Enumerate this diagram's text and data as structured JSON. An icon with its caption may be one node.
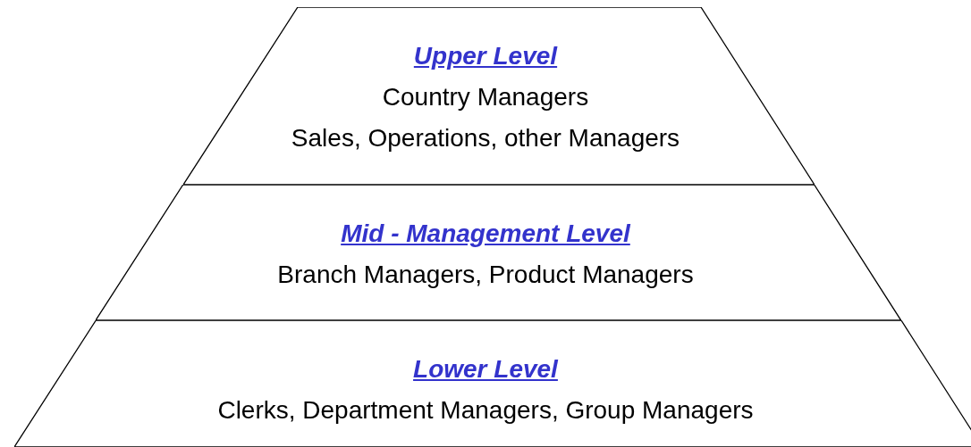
{
  "diagram": {
    "nodes": [
      {
        "text": [
          "Upper Level",
          "Country Managers",
          "Sales, Operations, other Managers"
        ]
      },
      {
        "text": [
          "Mid - Management Level",
          "Branch Managers, Product Managers"
        ]
      },
      {
        "text": [
          "Lower Level",
          "Clerks, Department Managers, Group Managers"
        ]
      }
    ]
  }
}
